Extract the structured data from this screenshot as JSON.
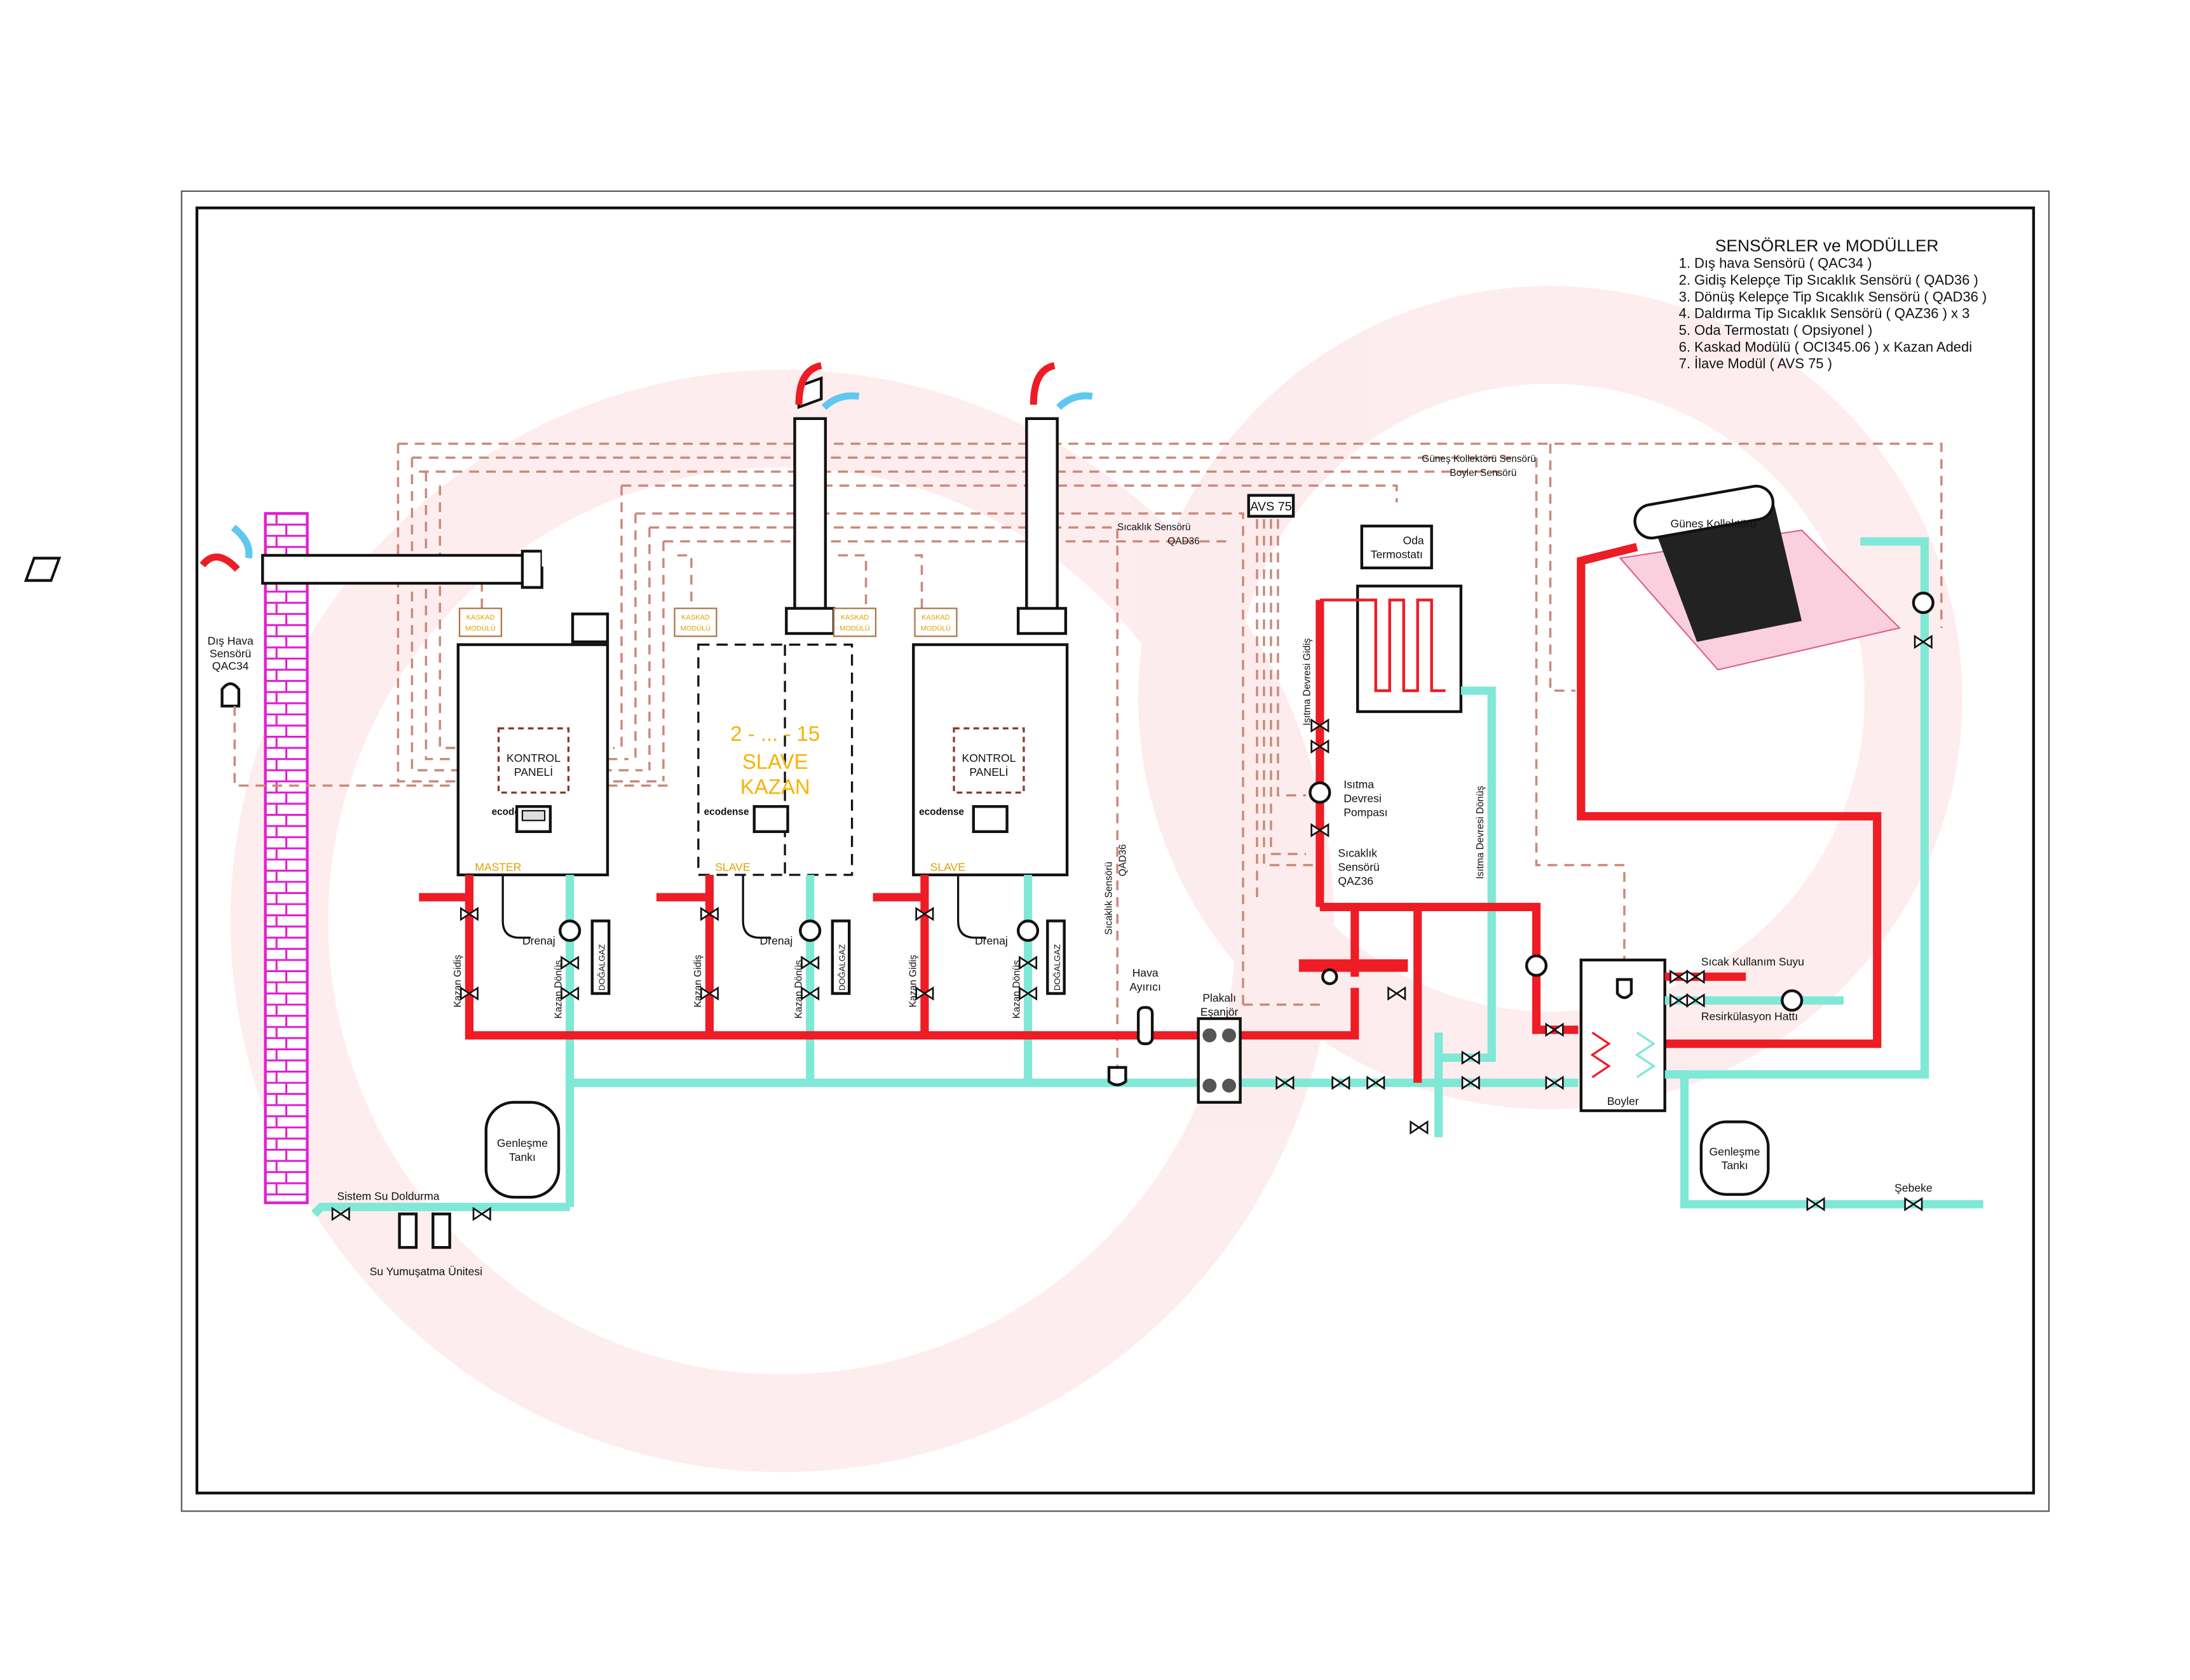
{
  "legend": {
    "title": "SENSÖRLER ve MODÜLLER",
    "items": [
      "1. Dış hava Sensörü ( QAC34 )",
      "2. Gidiş Kelepçe Tip Sıcaklık Sensörü ( QAD36 )",
      "3. Dönüş Kelepçe Tip Sıcaklık Sensörü ( QAD36 )",
      "4. Daldırma Tip Sıcaklık Sensörü ( QAZ36 ) x 3",
      "5. Oda Termostatı ( Opsiyonel )",
      "6. Kaskad Modülü ( OCI345.06 ) x Kazan Adedi",
      "7. İlave Modül ( AVS 75 )"
    ]
  },
  "outdoor_sensor": {
    "line1": "Dış Hava",
    "line2": "Sensörü",
    "line3": "QAC34"
  },
  "boilers": {
    "master": {
      "tag": "MASTER",
      "panel_line1": "KONTROL",
      "panel_line2": "PANELİ",
      "module_line1": "KASKAD",
      "module_line2": "MODÜLÜ",
      "brand": "ecodense"
    },
    "slave_group": {
      "tag": "SLAVE",
      "range": "2 - ... - 15",
      "line2": "SLAVE",
      "line3": "KAZAN",
      "module_line1": "KASKAD",
      "module_line2": "MODÜLÜ",
      "brand": "ecodense"
    },
    "slave_last": {
      "tag": "SLAVE",
      "panel_line1": "KONTROL",
      "panel_line2": "PANELİ",
      "module_line1": "KASKAD",
      "module_line2": "MODÜLÜ",
      "brand": "ecodense"
    }
  },
  "pipe_labels": {
    "kazan_gidis": "Kazan Gidiş",
    "kazan_donus": "Kazan Dönüş",
    "dogalgaz": "DOĞALGAZ",
    "drenaj": "Drenaj"
  },
  "wiring": {
    "gunes_sensor": "Güneş Kollektörü Sensörü",
    "boyler_sensor": "Boyler Sensörü",
    "sicaklik_sensor_line1": "Sıcaklık Sensörü",
    "sicaklik_sensor_line2": "QAD36",
    "sicaklik_sensor_vertical": "Sıcaklık Sensörü",
    "qad36_vertical": "QAD36",
    "avs": "AVS 75"
  },
  "room": {
    "oda_line1": "Oda",
    "oda_line2": "Termostatı"
  },
  "heating_circuit": {
    "gidis": "Isıtma Devresi Gidiş",
    "donus": "Isıtma Devresi Dönüş",
    "pump_line1": "Isıtma",
    "pump_line2": "Devresi",
    "pump_line3": "Pompası",
    "sensor_line1": "Sıcaklık",
    "sensor_line2": "Sensörü",
    "sensor_line3": "QAZ36"
  },
  "hydraulics": {
    "air_line1": "Hava",
    "air_line2": "Ayırıcı",
    "hex_line1": "Plakalı",
    "hex_line2": "Eşanjör",
    "exp_line1": "Genleşme",
    "exp_line2": "Tankı",
    "fill": "Sistem Su Doldurma",
    "softener": "Su Yumuşatma Ünitesi"
  },
  "dhw": {
    "boyler": "Boyler",
    "hot_water": "Sıcak Kullanım Suyu",
    "recirc": "Resirkülasyon Hattı",
    "exp_line1": "Genleşme",
    "exp_line2": "Tankı",
    "mains": "Şebeke",
    "solar": "Güneş Kollektörü"
  }
}
